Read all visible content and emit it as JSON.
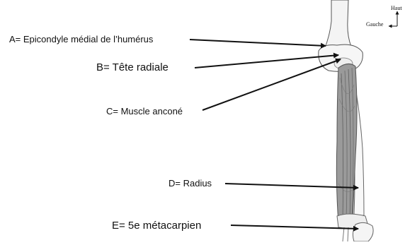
{
  "labels": {
    "a": "A= Epicondyle médial de l’humérus",
    "b": "B= Tête radiale",
    "c": "C= Muscle anconé",
    "d": "D= Radius",
    "e": "E= 5e métacarpien"
  },
  "orientation": {
    "up": "Haut",
    "left": "Gauche"
  },
  "colors": {
    "ink": "#111111",
    "muscle": "#9a9a9a",
    "muscle_dark": "#6a6a6a",
    "bone": "#f4f4f4"
  }
}
